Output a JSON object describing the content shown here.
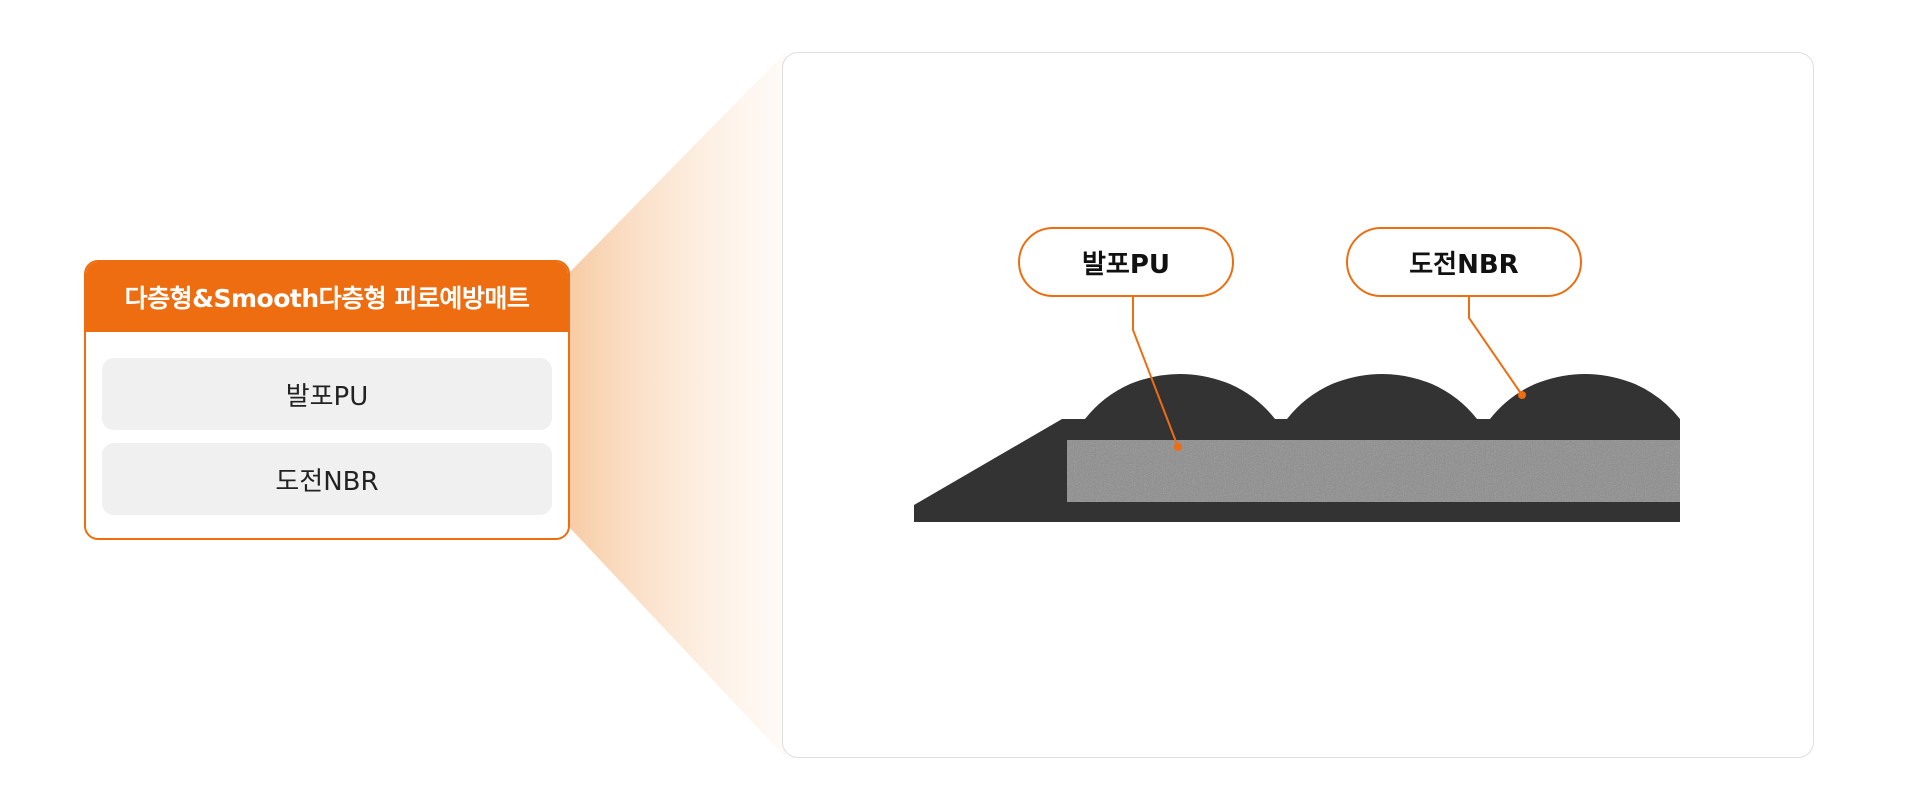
{
  "product": {
    "title": "다층형&Smooth다층형 피로예방매트",
    "layers": [
      {
        "label": "발포PU"
      },
      {
        "label": "도전NBR"
      }
    ]
  },
  "diagram": {
    "callouts": [
      {
        "label": "발포PU",
        "layer": "foam-pu-core"
      },
      {
        "label": "도전NBR",
        "layer": "conductive-nbr-shell"
      }
    ]
  },
  "colors": {
    "accent": "#ee6d11",
    "nbr_shell": "#333333",
    "pu_core": "#8a8a8a",
    "item_background": "#f0f0f0",
    "funnel_gradient": "#f7c9a0"
  }
}
